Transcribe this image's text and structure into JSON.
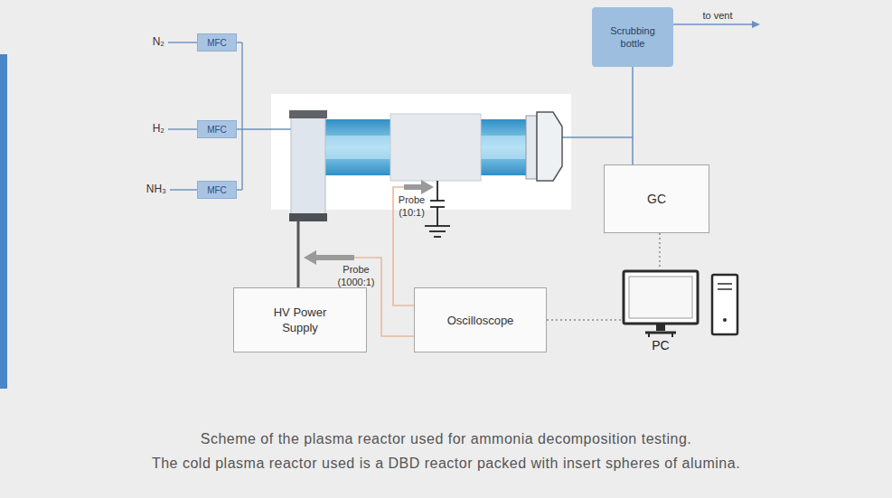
{
  "diagram": {
    "caption": "Scheme of the plasma reactor used for ammonia decomposition testing.",
    "nodes": [
      {
        "text": [
          "MFC"
        ]
      },
      {
        "text": [
          "MFC"
        ]
      },
      {
        "text": [
          "MFC"
        ]
      },
      {
        "text": [
          "Scrubbing bottle"
        ]
      },
      {
        "text": [
          "GC"
        ]
      },
      {
        "text": [
          "HV Power Supply"
        ]
      },
      {
        "text": [
          "Oscilloscope"
        ]
      },
      {
        "text": [
          "PC"
        ]
      }
    ],
    "edges": [
      {
        "from": 3,
        "to": 4,
        "arrow": "none"
      },
      {
        "from": 4,
        "to": 7,
        "arrow": "none"
      },
      {
        "from": 6,
        "to": 7,
        "arrow": "none"
      }
    ],
    "labels": [
      "N₂",
      "H₂",
      "NH₃",
      "to vent",
      "Probe (1000:1)",
      "Probe (10:1)",
      "The cold plasma reactor used is a DBD reactor packed with insert spheres of alumina."
    ]
  }
}
